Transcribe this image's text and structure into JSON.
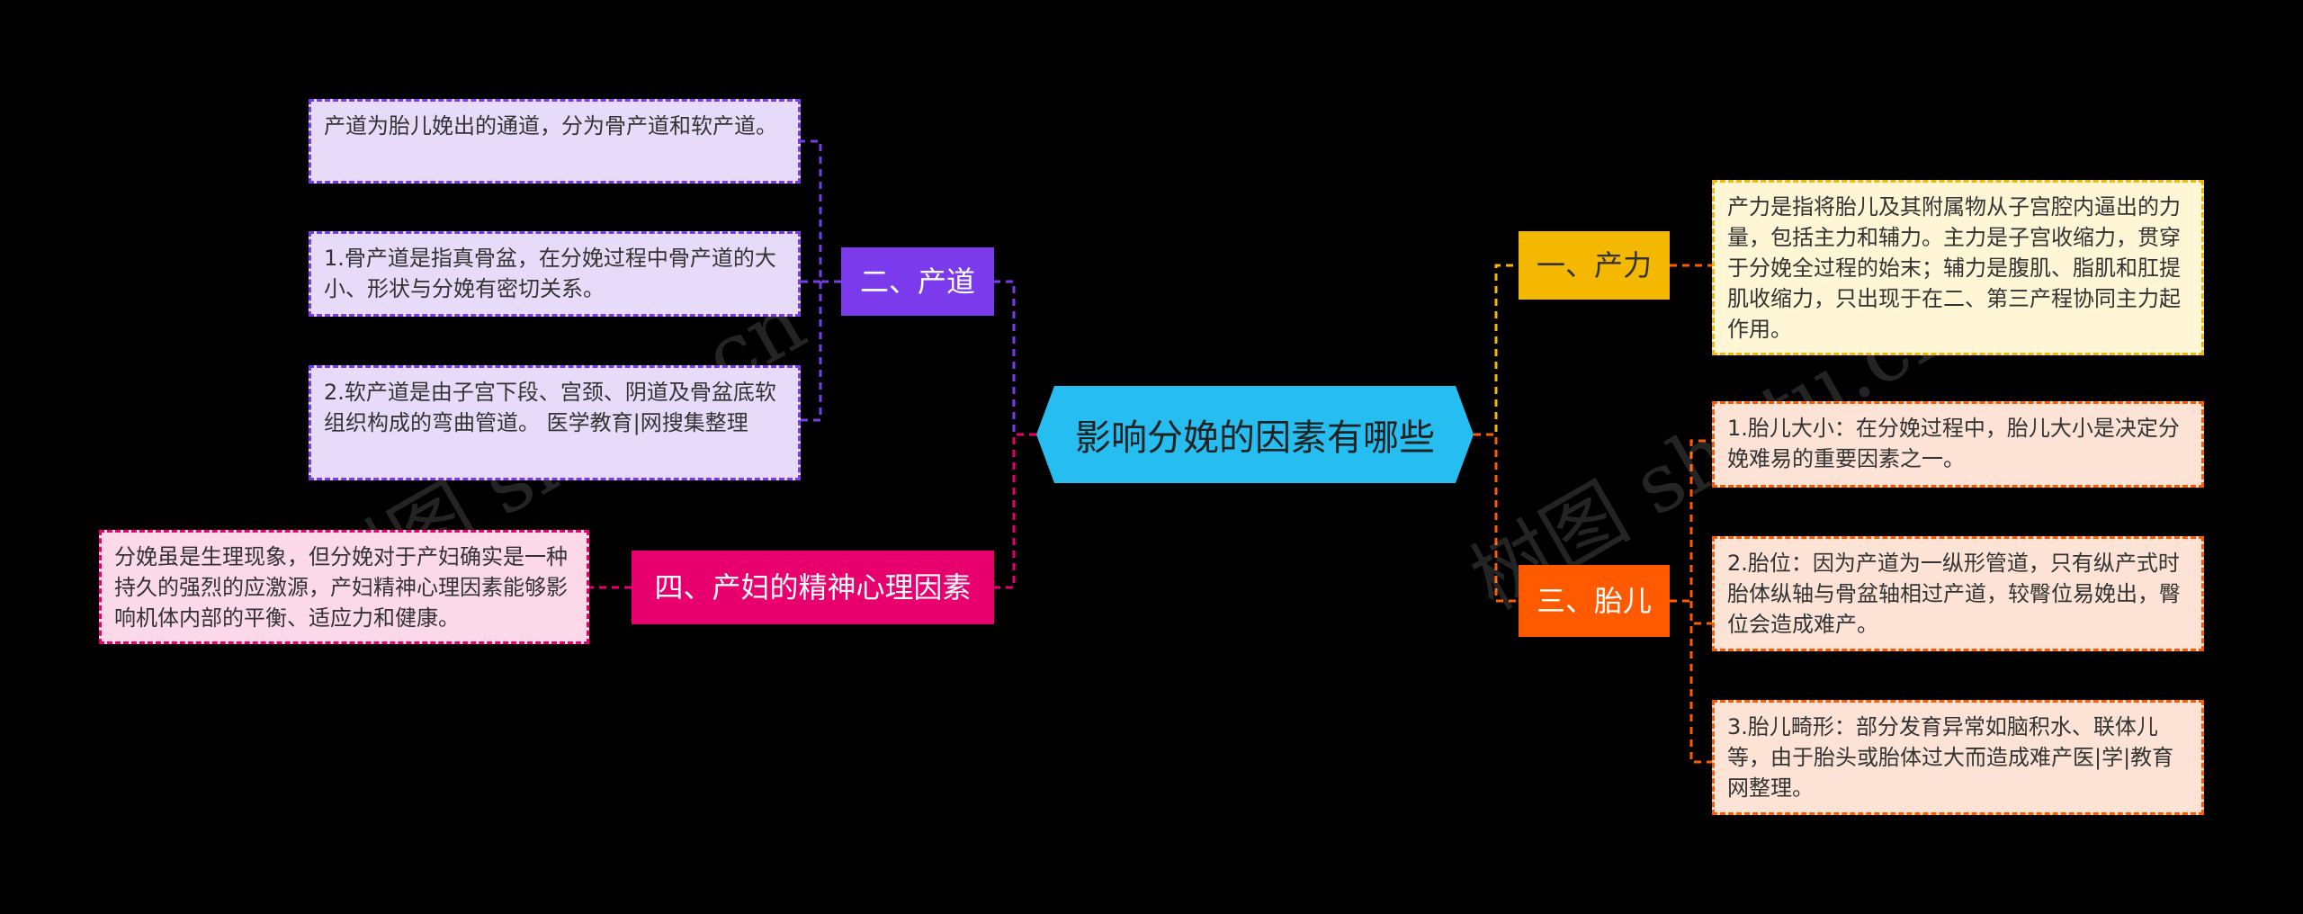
{
  "root": {
    "label": "影响分娩的因素有哪些"
  },
  "branches": {
    "chandao": {
      "label": "二、产道",
      "color": "#7C3AED"
    },
    "jingshen": {
      "label": "四、产妇的精神心理因素",
      "color": "#E8006E"
    },
    "chanli": {
      "label": "一、产力",
      "color": "#F5B800"
    },
    "taier": {
      "label": "三、胎儿",
      "color": "#FF5A00"
    }
  },
  "leaves": {
    "chandao_1": "产道为胎儿娩出的通道，分为骨产道和软产道。",
    "chandao_2": "1.骨产道是指真骨盆，在分娩过程中骨产道的大小、形状与分娩有密切关系。",
    "chandao_3": "2.软产道是由子宫下段、宫颈、阴道及骨盆底软组织构成的弯曲管道。 医学教育|网搜集整理",
    "jingshen_1": "分娩虽是生理现象，但分娩对于产妇确实是一种持久的强烈的应激源，产妇精神心理因素能够影响机体内部的平衡、适应力和健康。",
    "chanli_1": "产力是指将胎儿及其附属物从子宫腔内逼出的力量，包括主力和辅力。主力是子宫收缩力，贯穿于分娩全过程的始末；辅力是腹肌、脂肌和肛提肌收缩力，只出现于在二、第三产程协同主力起作用。",
    "taier_1": "1.胎儿大小：在分娩过程中，胎儿大小是决定分娩难易的重要因素之一。",
    "taier_2": "2.胎位：因为产道为一纵形管道，只有纵产式时胎体纵轴与骨盆轴相过产道，较臀位易娩出，臀位会造成难产。",
    "taier_3": "3.胎儿畸形：部分发育异常如脑积水、联体儿等，由于胎头或胎体过大而造成难产医|学|教育网整理。"
  },
  "watermarks": [
    "树图 shutu.cn",
    "树图 shutu.cn"
  ],
  "colors": {
    "background": "#000000",
    "root": "#26BDF0",
    "chandao_leaf_bg": "#E6DCFA",
    "jingshen_leaf_bg": "#FCD9E8",
    "chanli_leaf_bg": "#FFF6D6",
    "taier_leaf_bg": "#FDE3D6"
  }
}
